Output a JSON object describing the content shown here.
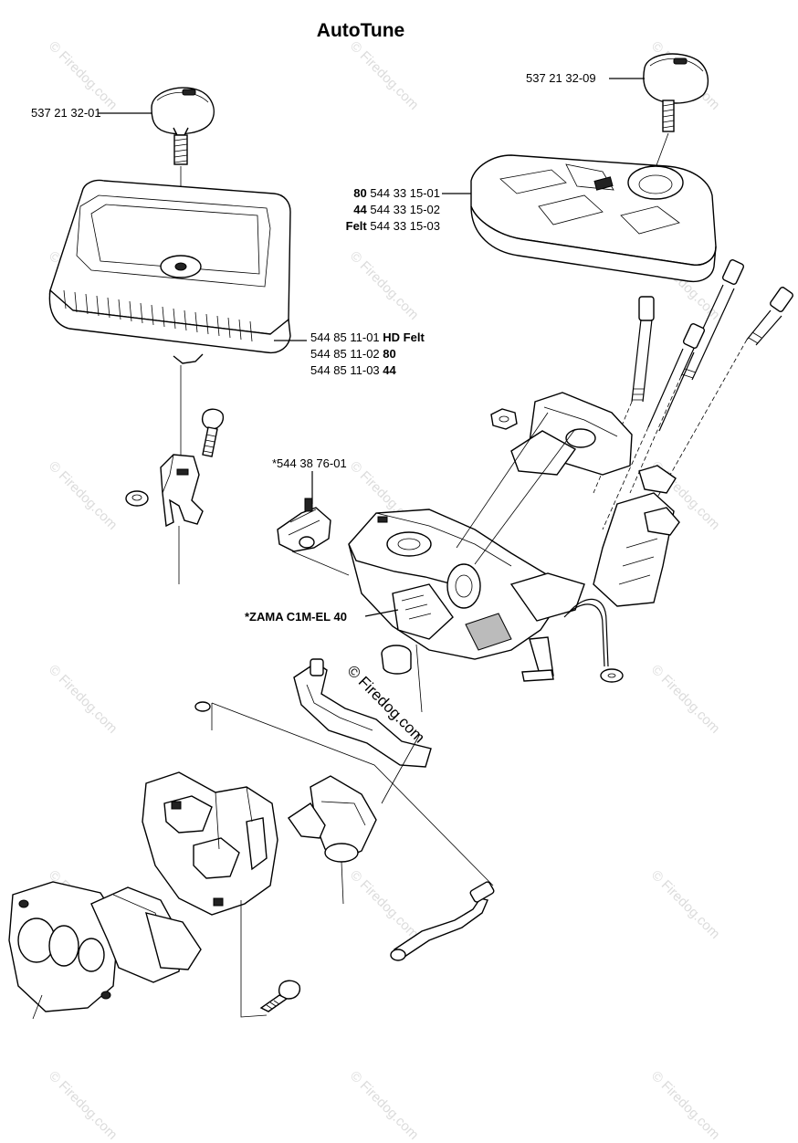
{
  "title": "AutoTune",
  "labels": {
    "knob_left": "537 21 32-01",
    "knob_right": "537 21 32-09",
    "cover_80_code": "80",
    "cover_80_num": "544 33 15-01",
    "cover_44_code": "44",
    "cover_44_num": "544 33 15-02",
    "cover_felt_code": "Felt",
    "cover_felt_num": "544 33 15-03",
    "filter_hd_num": "544 85 11-01",
    "filter_hd_code": "HD Felt",
    "filter_80_num": "544 85 11-02",
    "filter_80_code": "80",
    "filter_44_num": "544 85 11-03",
    "filter_44_code": "44",
    "sensor": "*544 38 76-01",
    "carburetor": "*ZAMA C1M-EL 40"
  },
  "watermarks": {
    "repeated": "© Firedog.com",
    "center": "© Firedog.com"
  },
  "colors": {
    "line": "#000000",
    "watermark": "#dcdcdc",
    "background": "#ffffff"
  }
}
